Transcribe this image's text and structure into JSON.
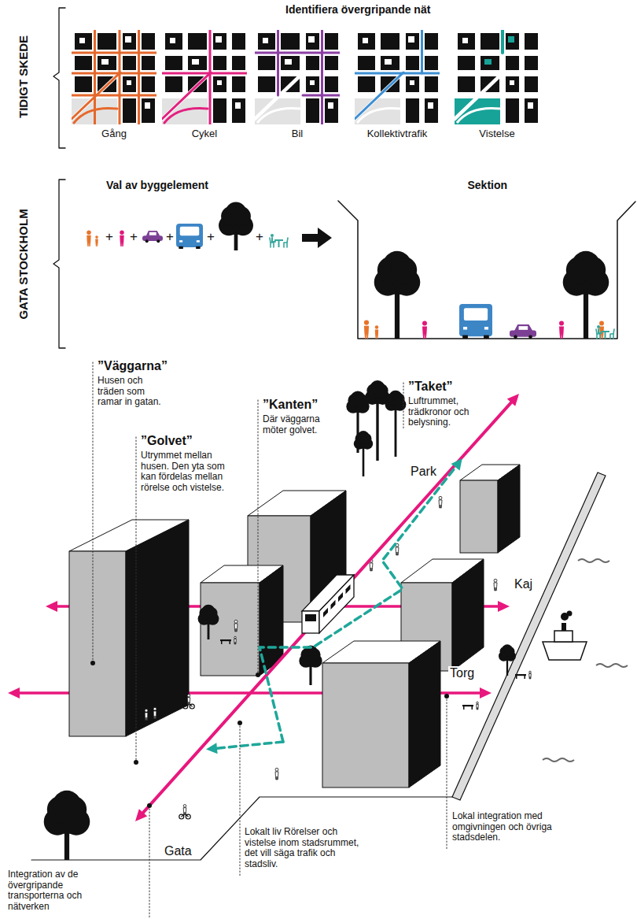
{
  "diagram": {
    "nodes": [
      {
        "text": [
          "Gång"
        ]
      },
      {
        "text": [
          "Cykel"
        ]
      },
      {
        "text": [
          "Bil"
        ]
      },
      {
        "text": [
          "Kollektivtrafik"
        ]
      },
      {
        "text": [
          "Vistelse"
        ]
      }
    ],
    "labels": [
      "TIDIGT SKEDE",
      "Identifiera övergripande nät",
      "GATA STOCKHOLM",
      "Val av byggelement",
      "+",
      "+",
      "+",
      "+",
      "+",
      "Sektion",
      "”Väggarna”",
      "Husen och träden som ramar in gatan.",
      "”Golvet”",
      "Utrymmet mellan husen. Den yta som kan fördelas mellan rörelse och vistelse.",
      "”Kanten”",
      "Där väggarna möter golvet.",
      "”Taket”",
      "Luftrummet, trädkronor och belysning.",
      "Park",
      "Kaj",
      "Torg",
      "Gata",
      "Lokalt liv Rörelser och vistelse inom stadsrummet, det vill säga trafik och stadsliv.",
      "Lokal integration med omgivningen och övriga stadsdelen.",
      "Integration av de övergripande transporterna och nätverken"
    ]
  }
}
